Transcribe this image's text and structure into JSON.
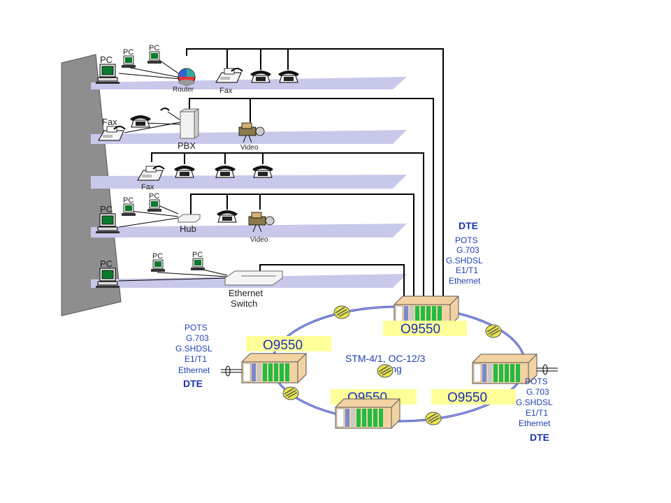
{
  "building": {
    "floors": [
      {
        "devices": {
          "pc_main": "PC",
          "pc_a": "PC",
          "pc_b": "PC",
          "router": "Router",
          "fax": "Fax"
        }
      },
      {
        "devices": {
          "fax": "Fax",
          "pbx": "PBX",
          "video": "Video"
        }
      },
      {
        "devices": {
          "fax": "Fax"
        }
      },
      {
        "devices": {
          "pc_main": "PC",
          "pc_a": "PC",
          "pc_b": "PC",
          "hub": "Hub",
          "video": "Video"
        }
      },
      {
        "devices": {
          "pc_main": "PC",
          "pc_a": "PC",
          "pc_b": "PC",
          "switch_line1": "Ethernet",
          "switch_line2": "Switch"
        }
      }
    ]
  },
  "ring": {
    "label_line1": "STM-4/1, OC-12/3",
    "label_line2": "Ring",
    "nodes": [
      {
        "name": "O9550"
      },
      {
        "name": "O9550"
      },
      {
        "name": "O9550"
      },
      {
        "name": "O9550"
      }
    ]
  },
  "interfaces": [
    {
      "title": "DTE",
      "lines": [
        "POTS",
        "G.703",
        "G.SHDSL",
        "E1/T1",
        "Ethernet"
      ]
    },
    {
      "title": "DTE",
      "lines": [
        "POTS",
        "G.703",
        "G.SHDSL",
        "E1/T1",
        "Ethernet"
      ]
    },
    {
      "title": "DTE",
      "lines": [
        "POTS",
        "G.703",
        "G.SHDSL",
        "E1/T1",
        "Ethernet"
      ]
    }
  ],
  "colors": {
    "floor": "#c8c8ea",
    "wall": "#8e8e8e",
    "ring_line": "#3344bb",
    "node_label_bg": "#ffff99",
    "node_label_text": "#1a2fb0",
    "module_green": "#22bb44"
  }
}
